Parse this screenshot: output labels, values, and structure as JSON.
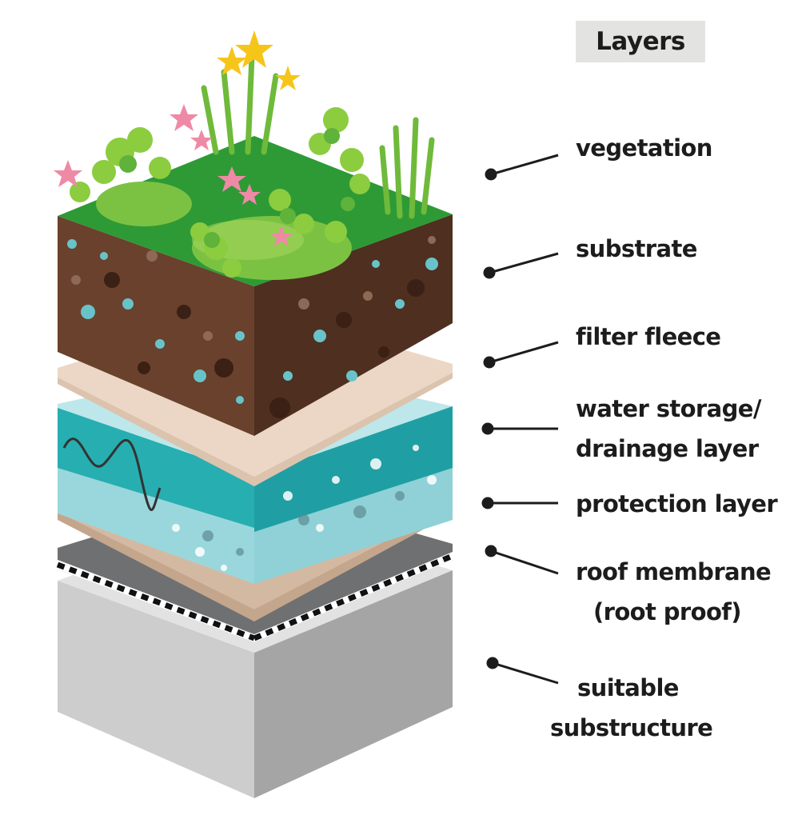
{
  "legend": {
    "title": "Layers"
  },
  "layers": [
    {
      "id": "vegetation",
      "lines": [
        "vegetation"
      ]
    },
    {
      "id": "substrate",
      "lines": [
        "substrate"
      ]
    },
    {
      "id": "filter-fleece",
      "lines": [
        "filter fleece"
      ]
    },
    {
      "id": "water-storage",
      "lines": [
        "water storage/",
        "drainage layer"
      ]
    },
    {
      "id": "protection-layer",
      "lines": [
        "protection layer"
      ]
    },
    {
      "id": "roof-membrane",
      "lines": [
        "roof membrane",
        "(root proof)"
      ]
    },
    {
      "id": "substructure",
      "lines": [
        "suitable",
        "substructure"
      ]
    }
  ],
  "colors": {
    "grass": "#2f9a35",
    "soil": "#5b3625",
    "fleece": "#ecd8c8",
    "water": "#a9dde3",
    "water_dark": "#2ab1b3",
    "protection": "#d6bba5",
    "membrane": "#6e6e6e",
    "concrete": "#cfcfcf",
    "label_text": "#1c1c1c",
    "legend_bg": "#e3e4e1"
  }
}
